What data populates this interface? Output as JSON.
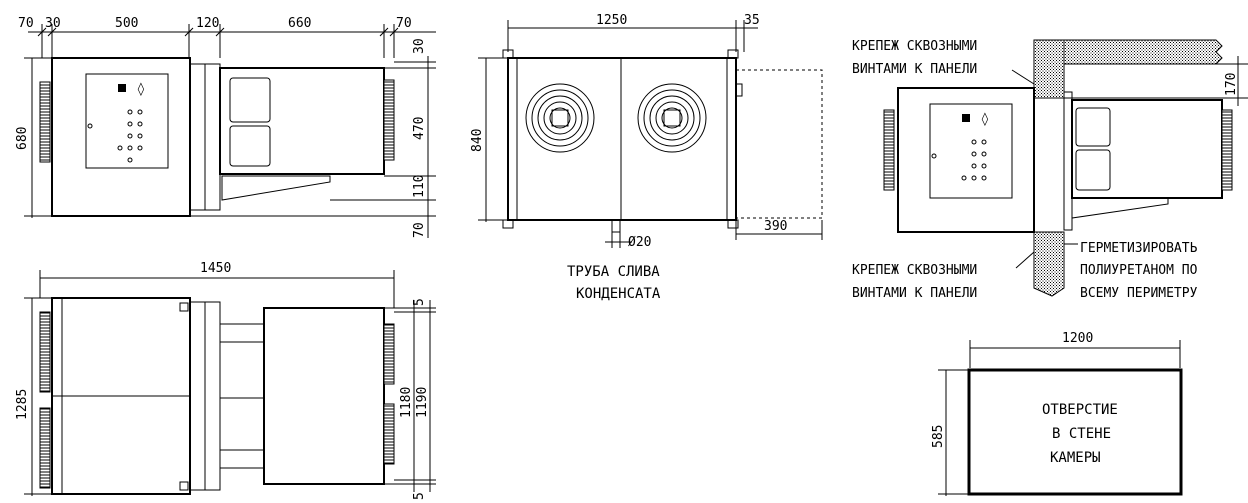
{
  "front_view": {
    "dims_top": [
      "70",
      "30",
      "500",
      "120",
      "660",
      "70"
    ],
    "dims_right": [
      "30",
      "470",
      "110",
      "70"
    ],
    "dim_height": "680"
  },
  "side_view": {
    "dim_width": "1250",
    "dim_offset": "35",
    "dim_height": "840",
    "dim_extension": "390",
    "drain_diameter": "Ø20",
    "drain_label_1": "ТРУБА СЛИВА",
    "drain_label_2": "КОНДЕНСАТА"
  },
  "top_view": {
    "dim_length": "1450",
    "dim_height": "1285",
    "dim_top_gap": "5",
    "dim_inner": "1180",
    "dim_outer": "1190",
    "dim_bottom_gap": "5"
  },
  "install_view": {
    "note_top_1": "КРЕПЕЖ СКВОЗНЫМИ",
    "note_top_2": "ВИНТАМИ К ПАНЕЛИ",
    "dim_wall": "170",
    "note_bottom_1": "КРЕПЕЖ СКВОЗНЫМИ",
    "note_bottom_2": "ВИНТАМИ К ПАНЕЛИ",
    "seal_1": "ГЕРМЕТИЗИРОВАТЬ",
    "seal_2": "ПОЛИУРЕТАНОМ ПО",
    "seal_3": "ВСЕМУ ПЕРИМЕТРУ"
  },
  "opening": {
    "dim_width": "1200",
    "dim_height": "585",
    "label_1": "ОТВЕРСТИЕ",
    "label_2": "В СТЕНЕ",
    "label_3": "КАМЕРЫ"
  },
  "colors": {
    "line": "#000000",
    "background": "#ffffff"
  }
}
